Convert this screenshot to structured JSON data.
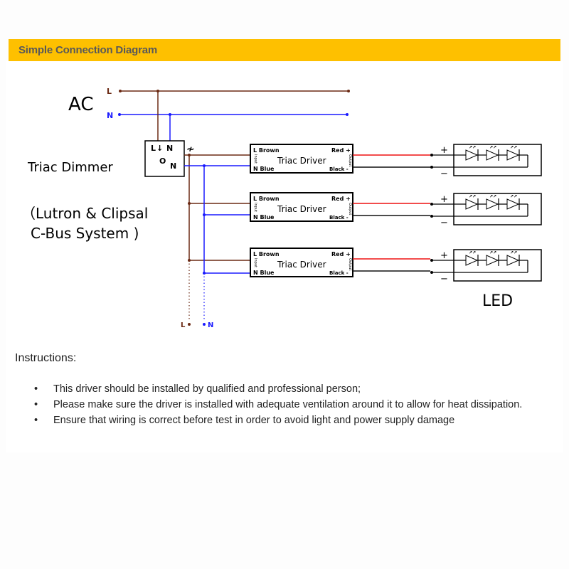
{
  "header": {
    "title": "Simple Connection Diagram",
    "banner_color": "#fec000"
  },
  "diagram": {
    "ac_label": "AC",
    "mains": {
      "line_label": "L",
      "neutral_label": "N"
    },
    "dimmer": {
      "title": "Triac Dimmer",
      "subtitle_line1": "（Lutron & Clipsal",
      "subtitle_line2": "C-Bus System )",
      "terminal_l_in": "L",
      "arrow_glyph": "↓",
      "terminal_n_in": "N",
      "knob_glyph": "O",
      "terminal_n_out": "N",
      "dimmer_symbol": "≁"
    },
    "drivers": [
      {
        "input_l": "L Brown",
        "input_n": "N Blue",
        "name": "Triac Driver",
        "out_pos": "Red +",
        "out_neg": "Black -",
        "input_tag": "Input",
        "output_tag": "Output"
      },
      {
        "input_l": "L Brown",
        "input_n": "N Blue",
        "name": "Triac Driver",
        "out_pos": "Red +",
        "out_neg": "Black -",
        "input_tag": "Input",
        "output_tag": "Output"
      },
      {
        "input_l": "L Brown",
        "input_n": "N Blue",
        "name": "Triac Driver",
        "out_pos": "Red +",
        "out_neg": "Black -",
        "input_tag": "Input",
        "output_tag": "Output"
      }
    ],
    "led_modules": [
      {
        "plus": "+",
        "minus": "−"
      },
      {
        "plus": "+",
        "minus": "−"
      },
      {
        "plus": "+",
        "minus": "−"
      }
    ],
    "led_label": "LED",
    "extension": {
      "line_label": "L",
      "neutral_label": "N"
    },
    "colors": {
      "live": "#6b2a14",
      "neutral": "#1a1aff",
      "positive": "#ee1111",
      "negative": "#111111"
    }
  },
  "instructions": {
    "heading": "Instructions:",
    "bullet": "•",
    "items": [
      "This driver should be installed by qualified and professional person;",
      "Please make sure the driver is installed with adequate ventilation around it to allow for heat dissipation.",
      "Ensure that wiring is correct before test in order to avoid light and power supply damage"
    ]
  }
}
